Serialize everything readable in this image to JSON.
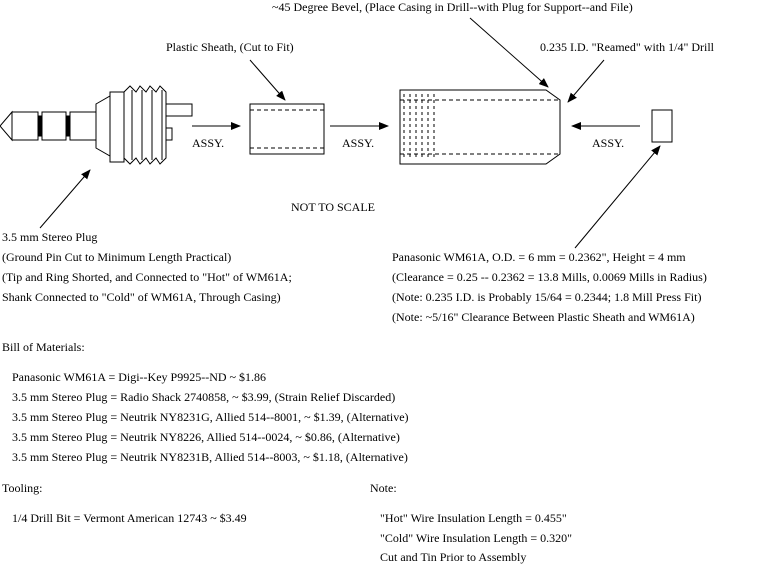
{
  "diagram": {
    "labels": {
      "bevel": "~45 Degree Bevel, (Place Casing in Drill--with Plug for Support--and File)",
      "sheath": "Plastic Sheath, (Cut to Fit)",
      "reamed": "0.235 I.D. \"Reamed\" with 1/4\" Drill",
      "assy": "ASSY.",
      "not_to_scale": "NOT TO SCALE"
    },
    "plug_notes": [
      "3.5 mm Stereo Plug",
      "(Ground Pin Cut to Minimum Length Practical)",
      "(Tip and Ring Shorted, and Connected to \"Hot\" of WM61A;",
      "Shank Connected to \"Cold\" of WM61A, Through Casing)"
    ],
    "mic_notes": [
      "Panasonic WM61A, O.D. = 6 mm = 0.2362\", Height = 4 mm",
      "(Clearance = 0.25 -- 0.2362 = 13.8 Mills, 0.0069 Mills in Radius)",
      "(Note: 0.235 I.D. is Probably 15/64 = 0.2344; 1.8 Mill Press Fit)",
      "(Note: ~5/16\" Clearance Between Plastic Sheath and WM61A)"
    ]
  },
  "bom": {
    "heading": "Bill of Materials:",
    "items": [
      "Panasonic WM61A = Digi--Key P9925--ND ~ $1.86",
      "3.5 mm Stereo Plug = Radio Shack 2740858, ~ $3.99, (Strain Relief Discarded)",
      "3.5 mm Stereo Plug = Neutrik NY8231G, Allied 514--8001, ~ $1.39, (Alternative)",
      "3.5 mm Stereo Plug = Neutrik NY8226, Allied 514--0024, ~ $0.86, (Alternative)",
      "3.5 mm Stereo Plug = Neutrik NY8231B, Allied 514--8003, ~ $1.18, (Alternative)"
    ]
  },
  "tooling": {
    "heading": "Tooling:",
    "items": [
      "1/4 Drill Bit = Vermont American 12743 ~ $3.49"
    ]
  },
  "note": {
    "heading": "Note:",
    "items": [
      "\"Hot\" Wire Insulation Length = 0.455\"",
      "\"Cold\" Wire Insulation Length = 0.320\"",
      "Cut and Tin Prior to Assembly"
    ]
  }
}
